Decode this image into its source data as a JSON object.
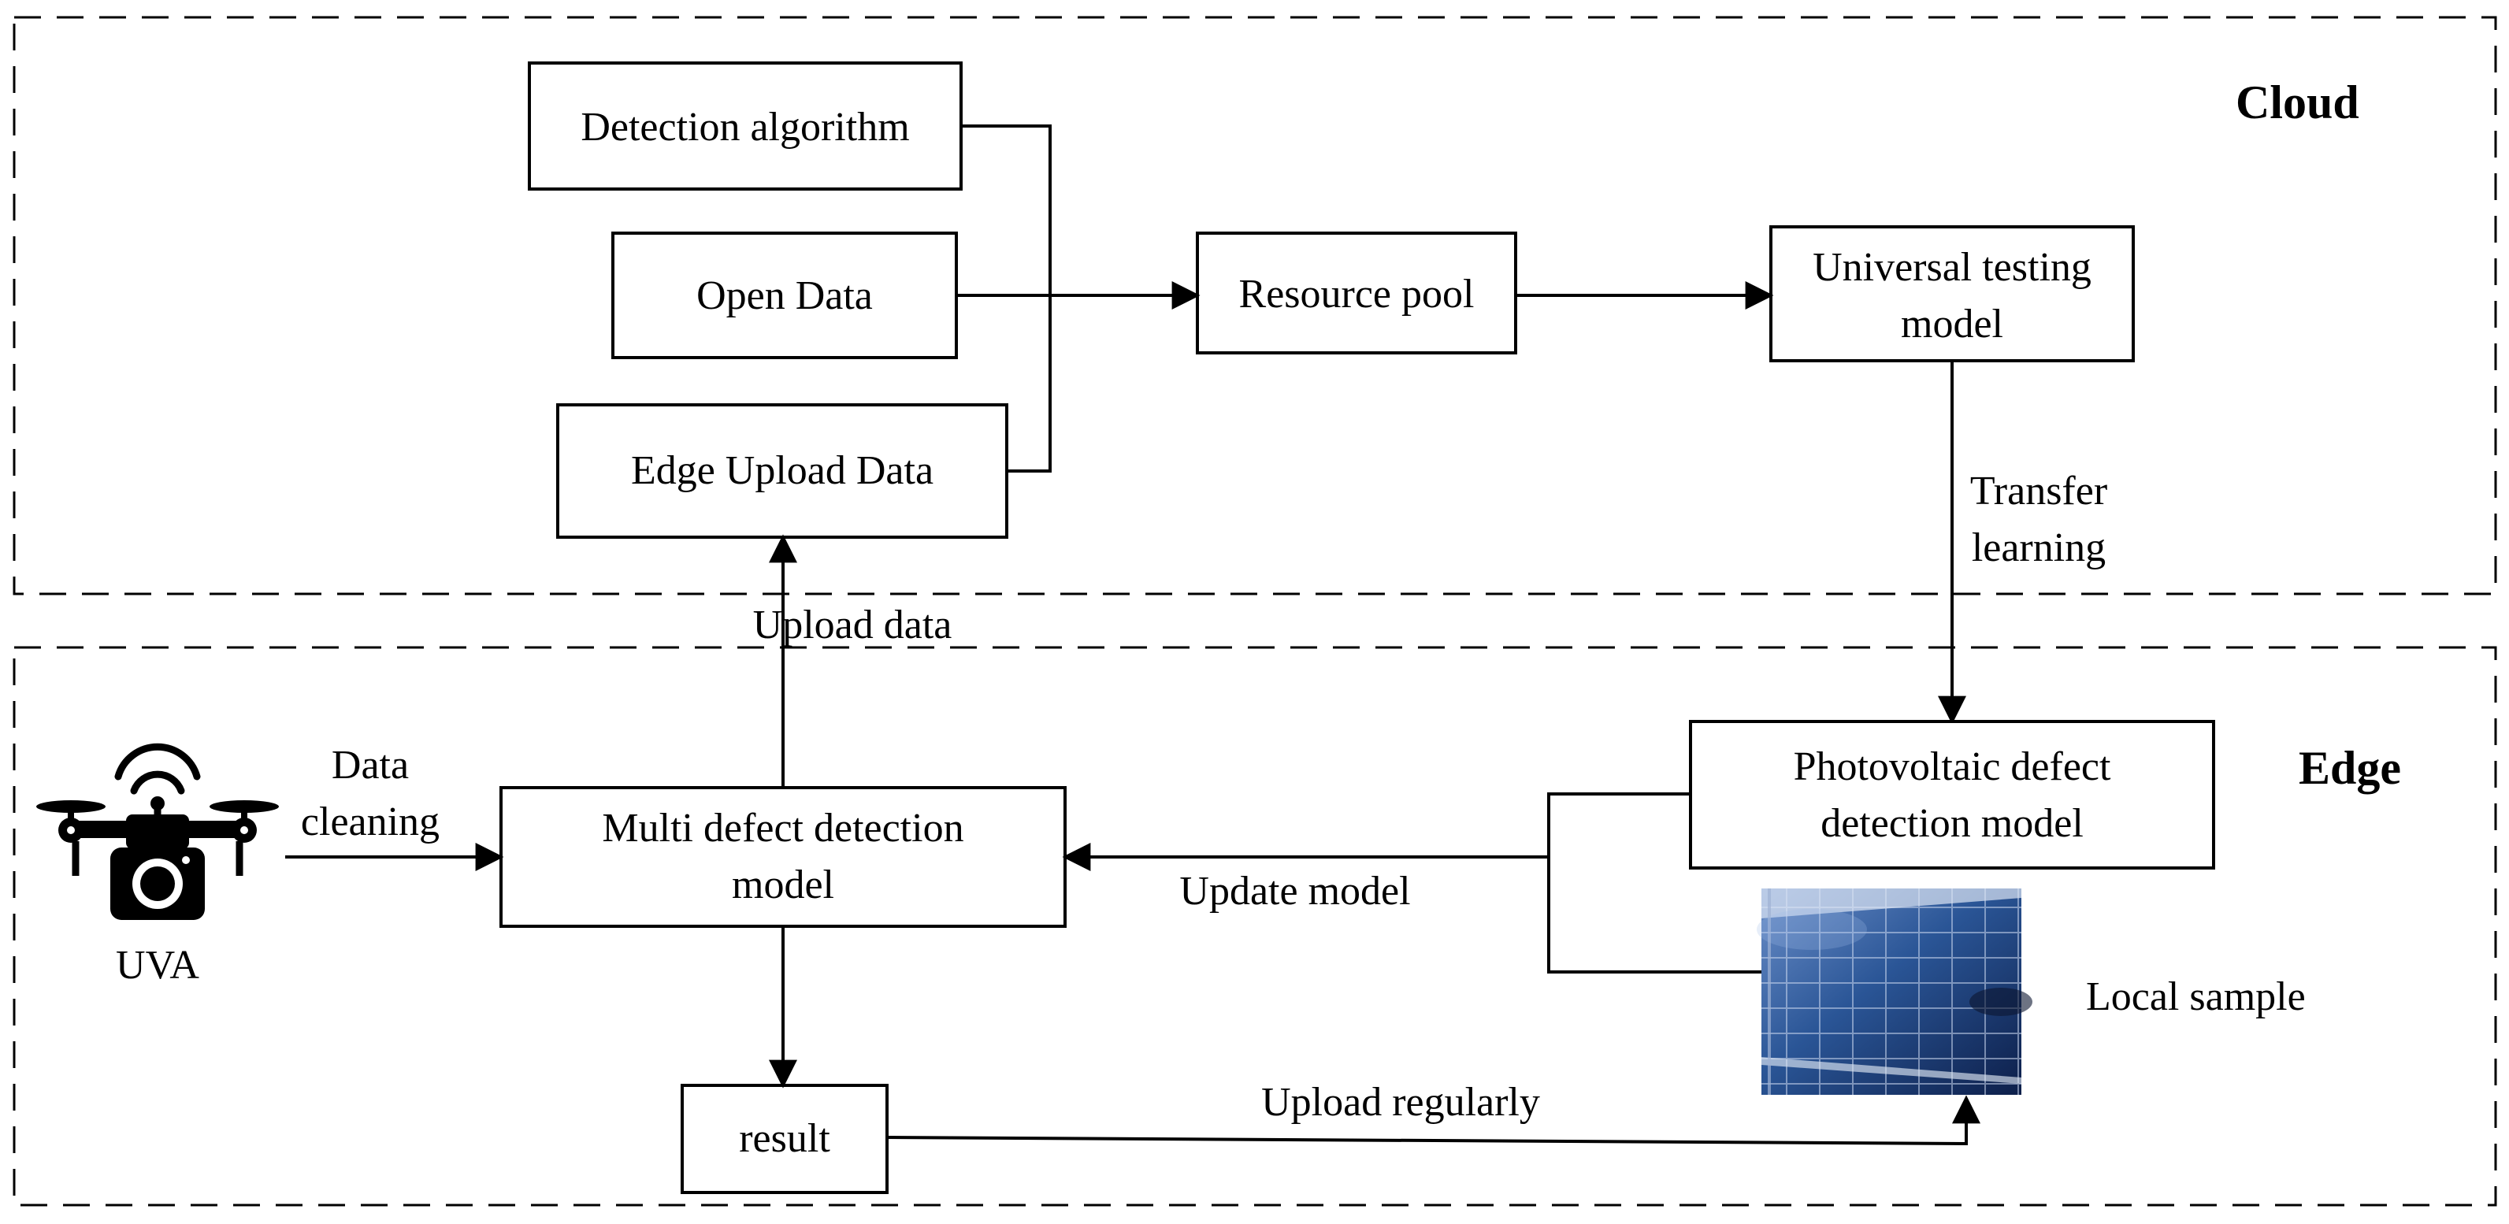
{
  "regions": {
    "cloud_label": "Cloud",
    "edge_label": "Edge"
  },
  "boxes": {
    "detection_algorithm": "Detection algorithm",
    "open_data": "Open Data",
    "edge_upload_data": "Edge Upload Data",
    "resource_pool": "Resource pool",
    "universal_testing_line1": "Universal testing",
    "universal_testing_line2": "model",
    "multi_defect_line1": "Multi defect detection",
    "multi_defect_line2": "model",
    "photovoltaic_line1": "Photovoltaic defect",
    "photovoltaic_line2": "detection model",
    "result": "result"
  },
  "edge_labels": {
    "transfer_line1": "Transfer",
    "transfer_line2": "learning",
    "upload_data": "Upload data",
    "data_cleaning_line1": "Data",
    "data_cleaning_line2": "cleaning",
    "update_model": "Update model",
    "upload_regularly": "Upload regularly"
  },
  "icons": {
    "uva_label": "UVA",
    "drone_icon": "drone-camera-wifi-icon",
    "local_sample_label": "Local sample",
    "panel_icon": "solar-panel-photo"
  },
  "colors": {
    "panel_dark": "#0d1f4a",
    "panel_mid": "#2a5596",
    "panel_light": "#6b8fc9"
  }
}
